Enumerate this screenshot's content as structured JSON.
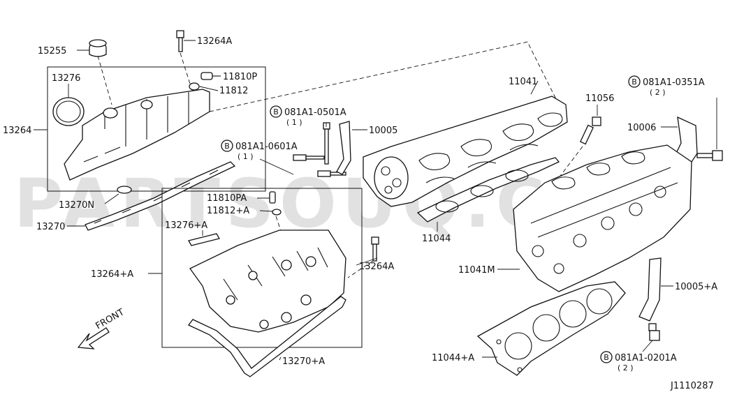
{
  "watermark": "PARTSOUQ.COM",
  "diagram_id": "J1110287",
  "front_label": "FRONT",
  "callouts": {
    "c15255": "15255",
    "c13264A_top": "13264A",
    "c11810P": "11810P",
    "c11812": "11812",
    "c13276": "13276",
    "c13264": "13264",
    "c13270N": "13270N",
    "c13270": "13270",
    "c11810PA": "11810PA",
    "c11812A": "11812+A",
    "c13276A": "13276+A",
    "c13264plusA": "13264+A",
    "c13264A_mid": "13264A",
    "c13270A": "13270+A",
    "c081A1_0501A": "081A1-0501A",
    "c081A1_0501A_qty": "( 1 )",
    "c081A1_0601A": "081A1-0601A",
    "c081A1_0601A_qty": "( 1 )",
    "c10005": "10005",
    "c11041": "11041",
    "c11044": "11044",
    "c11056": "11056",
    "c081A1_0351A": "081A1-0351A",
    "c081A1_0351A_qty": "( 2 )",
    "c10006": "10006",
    "c11041M": "11041M",
    "c10005A": "10005+A",
    "c11044A": "11044+A",
    "c081A1_0201A": "081A1-0201A",
    "c081A1_0201A_qty": "( 2 )",
    "bolt_marker": "B"
  }
}
